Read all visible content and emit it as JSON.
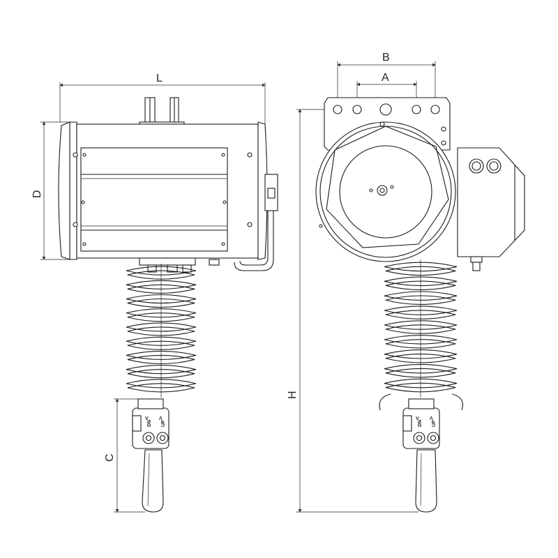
{
  "dimensions": {
    "length": "L",
    "diameter": "D",
    "hole_spacing_inner": "A",
    "hole_spacing_outer": "B",
    "handle_length": "C",
    "total_height": "H"
  },
  "pendant_buttons": {
    "down_arrow": "V",
    "down": "DN",
    "up_arrow": "Λ",
    "up": "UP"
  }
}
